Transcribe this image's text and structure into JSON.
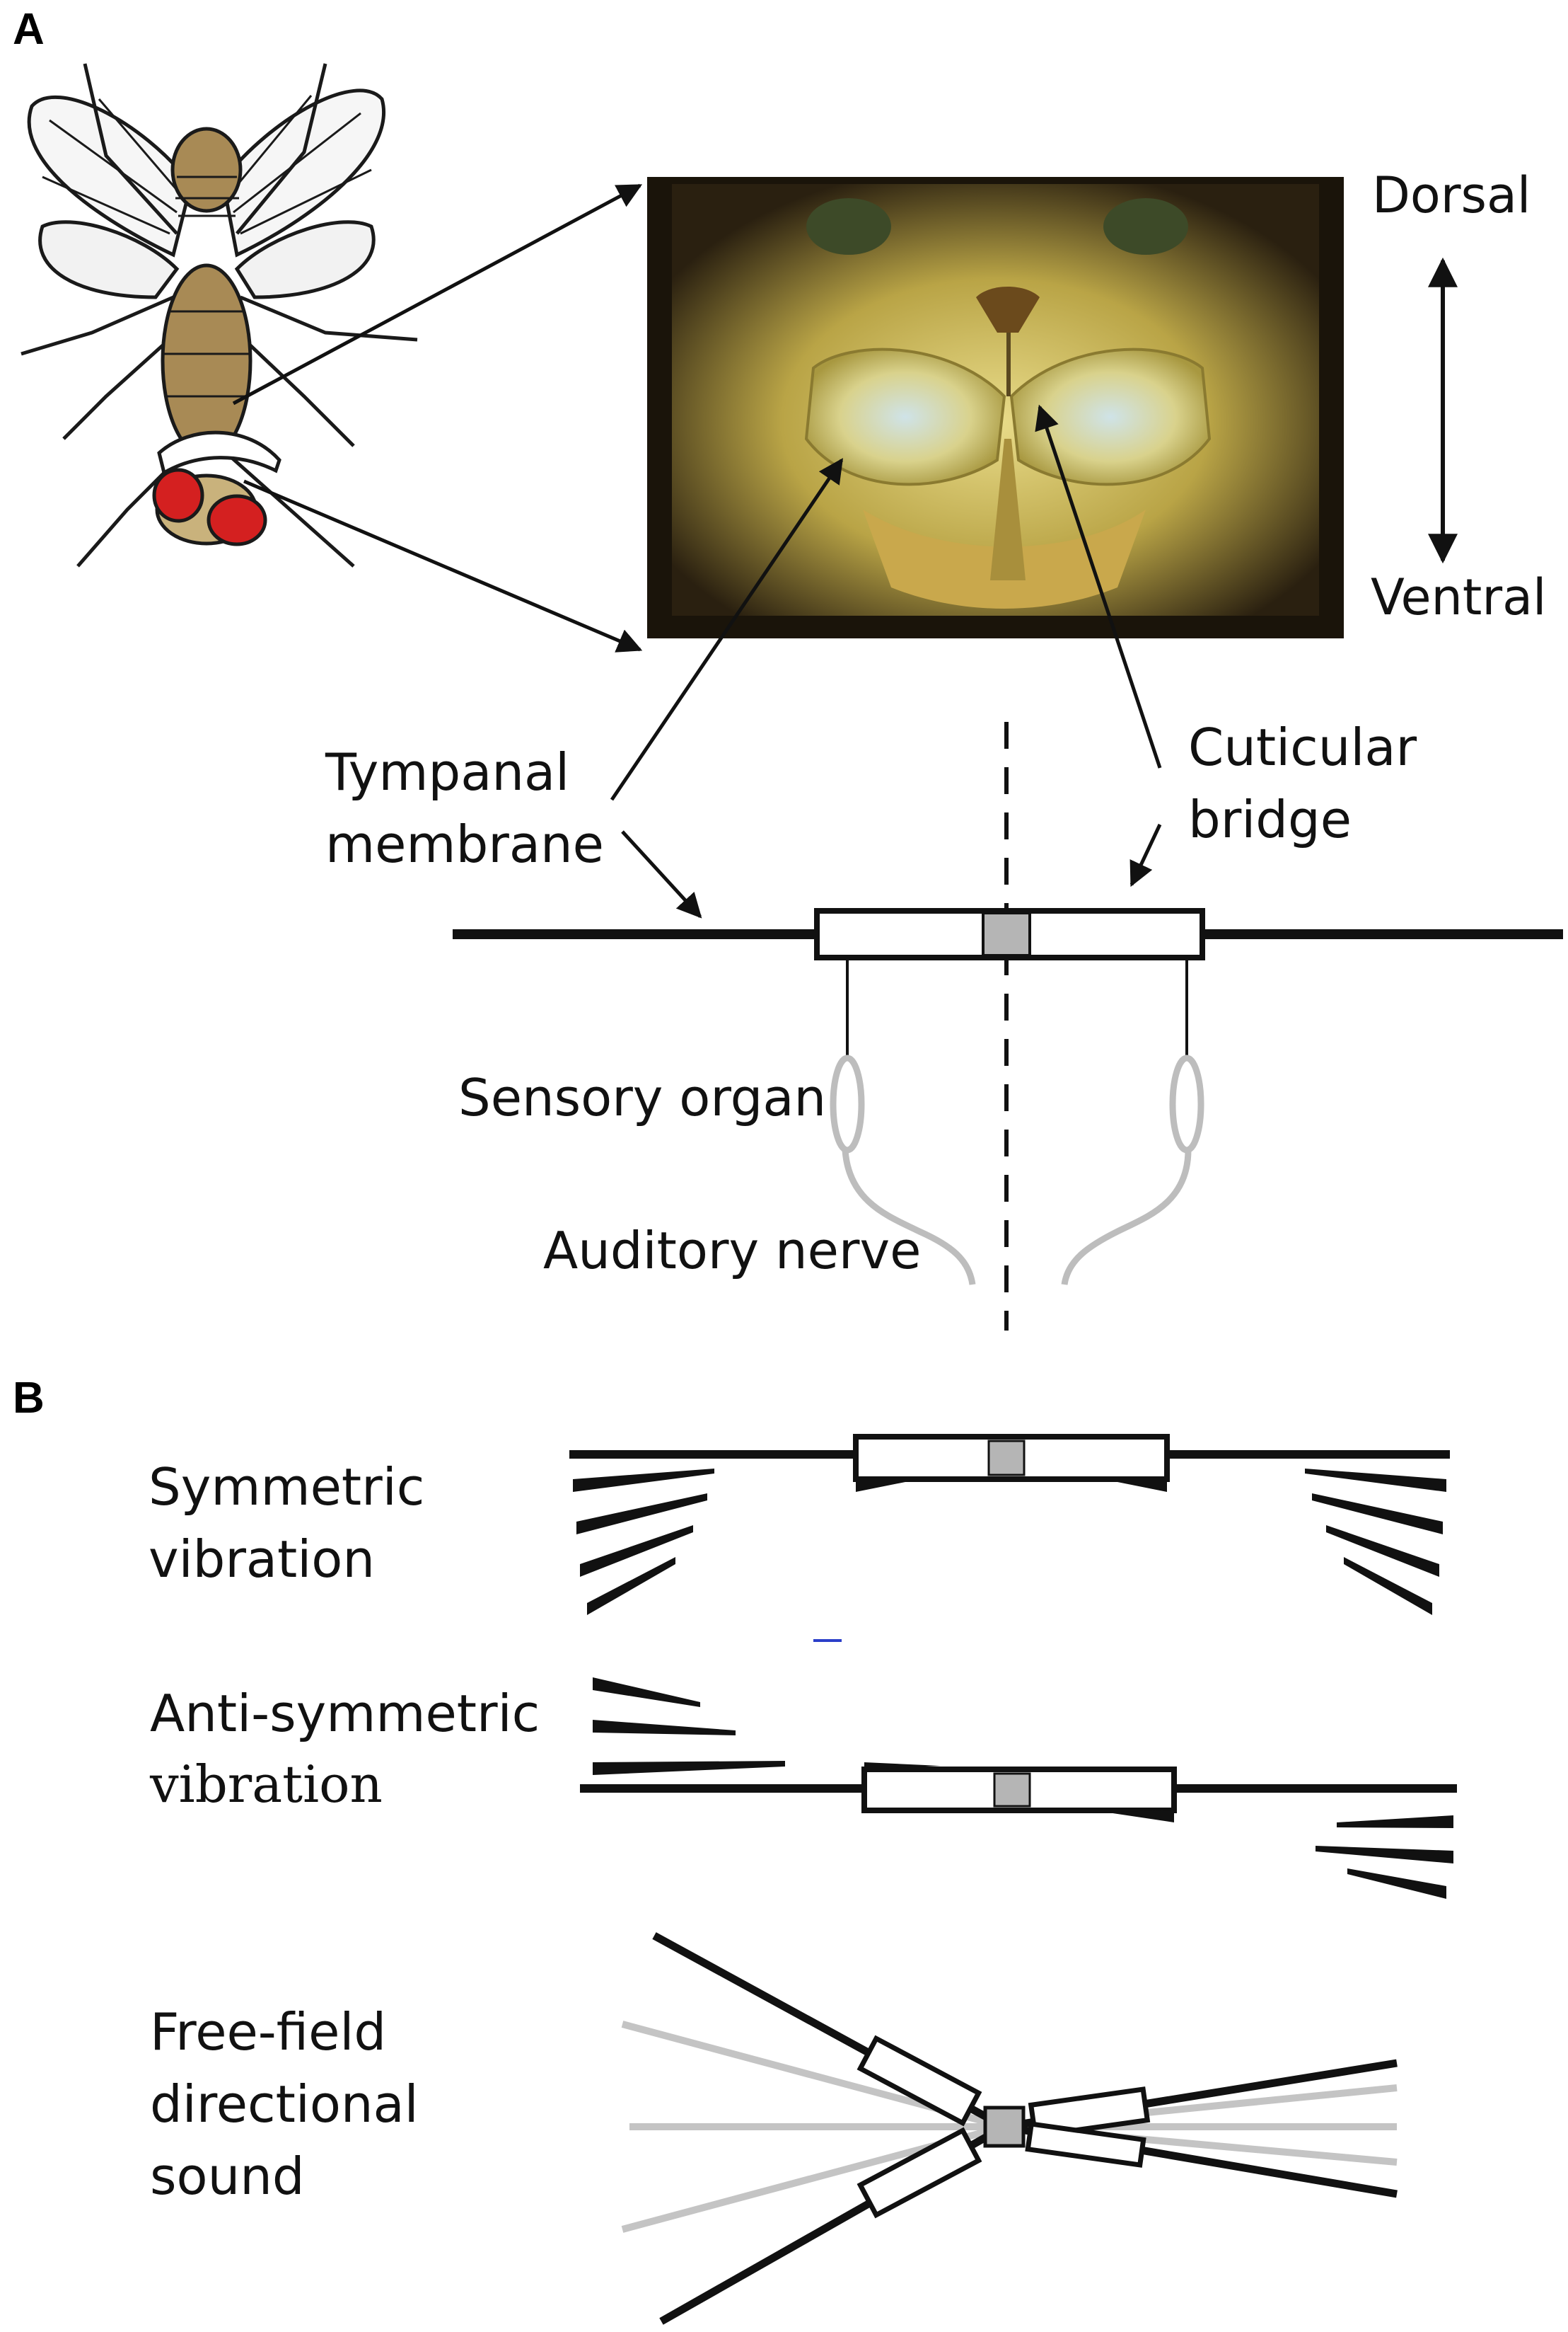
{
  "panels": {
    "a": {
      "letter": "A"
    },
    "b": {
      "letter": "B"
    }
  },
  "orientation": {
    "top": "Dorsal",
    "bottom": "Ventral"
  },
  "labels": {
    "tympanal_membrane": "Tympanal\nmembrane",
    "cuticular_bridge": "Cuticular\nbridge",
    "sensory_organ": "Sensory organ",
    "auditory_nerve": "Auditory nerve"
  },
  "modes": {
    "symmetric": "Symmetric\nvibration",
    "anti_symmetric_line1": "Anti-symmetric",
    "anti_symmetric_line2": "vibration",
    "free_field": "Free-field\ndirectional\nsound"
  },
  "colors": {
    "fly_body": "#a88a55",
    "fly_eye": "#d42020",
    "photo_dark": "#171208",
    "photo_membrane": "#d8cc72",
    "bridge_grey": "#b5b5b5",
    "nerve_grey": "#bdbdbd",
    "line_black": "#111111",
    "ghost_grey": "#c4c4c4"
  },
  "icons": {
    "fly": "fly-dorsal-drawing",
    "photo": "fly-ear-micrograph",
    "arrows": "arrow-icon"
  }
}
